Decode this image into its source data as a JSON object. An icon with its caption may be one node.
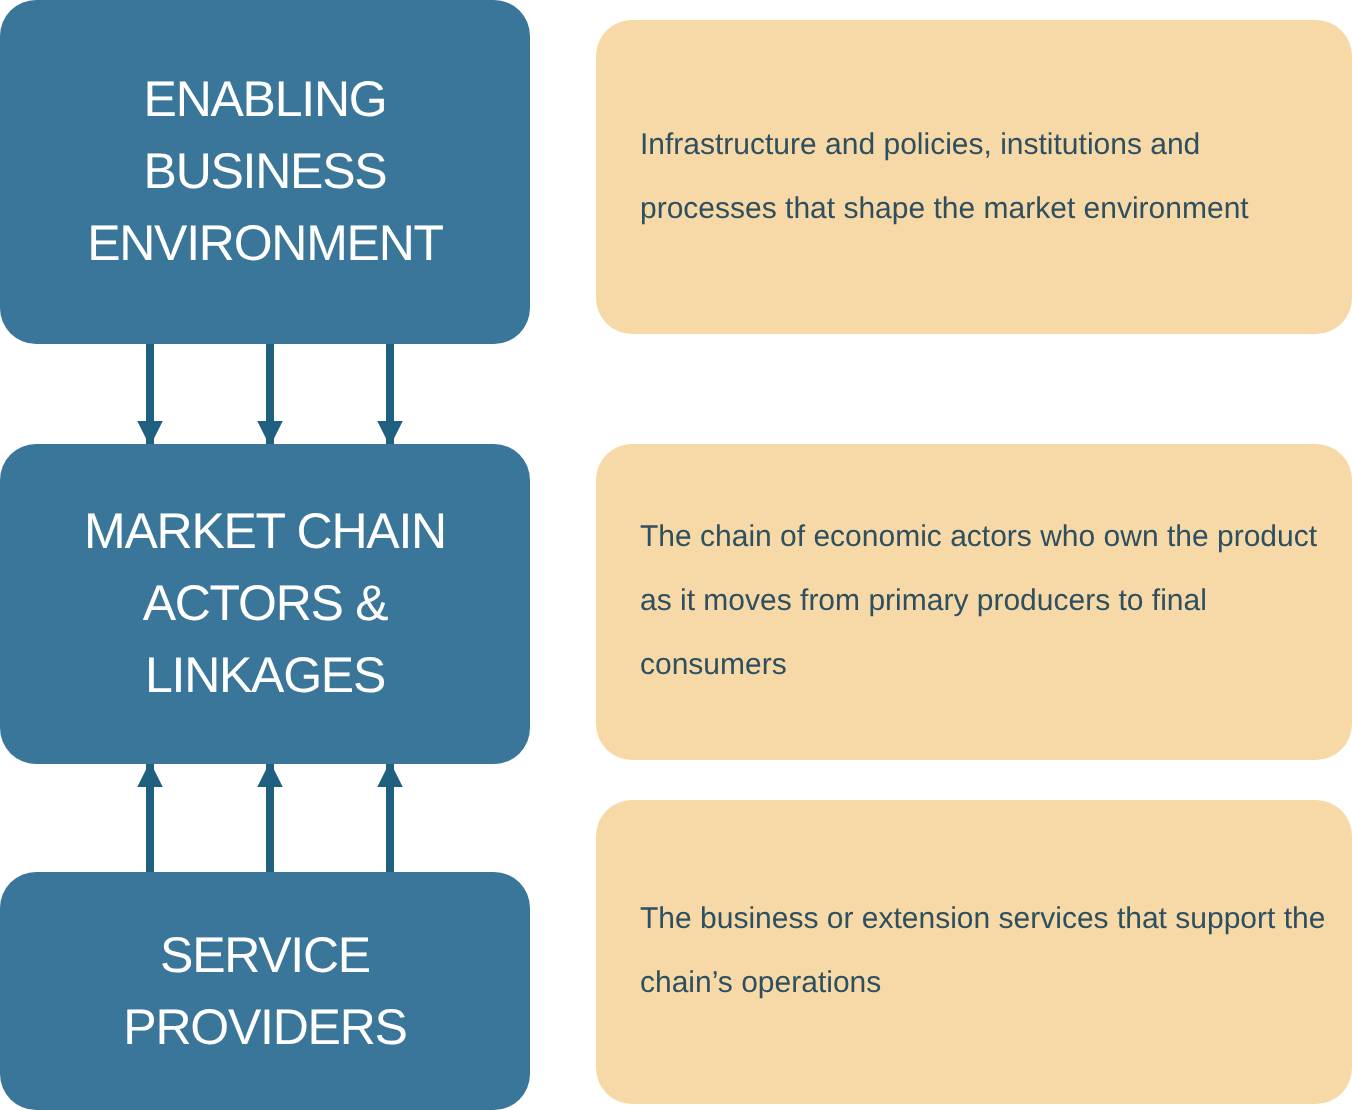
{
  "diagram": {
    "nodes": [
      {
        "text": [
          "ENABLING BUSINESS ENVIRONMENT"
        ]
      },
      {
        "text": [
          "MARKET CHAIN ACTORS & LINKAGES"
        ]
      },
      {
        "text": [
          "SERVICE PROVIDERS"
        ]
      },
      {
        "text": [
          "Infrastructure and policies, institutions and processes that shape the market environment"
        ]
      },
      {
        "text": [
          "The chain of economic actors who own the product as it moves from primary producers to final consumers"
        ]
      },
      {
        "text": [
          "The business or extension services that support the chain’s operations"
        ]
      }
    ],
    "edges": [
      {
        "from": 0,
        "to": 1,
        "arrow": "to"
      },
      {
        "from": 0,
        "to": 1,
        "arrow": "to"
      },
      {
        "from": 0,
        "to": 1,
        "arrow": "to"
      },
      {
        "from": 2,
        "to": 1,
        "arrow": "to"
      },
      {
        "from": 2,
        "to": 1,
        "arrow": "to"
      },
      {
        "from": 2,
        "to": 1,
        "arrow": "to"
      }
    ]
  }
}
